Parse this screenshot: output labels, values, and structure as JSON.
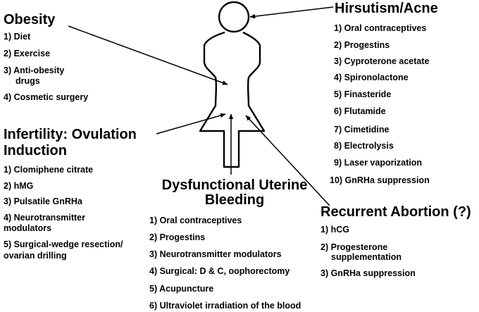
{
  "obesity": {
    "title": "Obesity",
    "items": [
      "1) Diet",
      "2) Exercise",
      "3) Anti-obesity",
      "drugs",
      "4) Cosmetic surgery"
    ]
  },
  "hirsutism": {
    "title": "Hirsutism/Acne",
    "items": [
      "1) Oral contraceptives",
      "2) Progestins",
      "3) Cyproterone acetate",
      "4) Spironolactone",
      "5) Finasteride",
      "6) Flutamide",
      "7) Cimetidine",
      "8) Electrolysis",
      "9) Laser vaporization",
      "10) GnRHa suppression"
    ]
  },
  "infertility": {
    "title_lines": [
      "Infertility: Ovulation",
      "Induction"
    ],
    "items": [
      "1) Clomiphene citrate",
      "2) hMG",
      "3) Pulsatile GnRHa",
      "4) Neurotransmitter",
      "modulators",
      "5) Surgical-wedge resection/",
      "ovarian drilling"
    ]
  },
  "dub": {
    "title_lines": [
      "Dysfunctional Uterine",
      "Bleeding"
    ],
    "items": [
      "1) Oral contraceptives",
      "2) Progestins",
      "3) Neurotransmitter modulators",
      "4) Surgical: D & C, oophorectomy",
      "5) Acupuncture",
      "6) Ultraviolet irradiation of the blood"
    ]
  },
  "abortion": {
    "title": "Recurrent Abortion (?)",
    "items": [
      "1) hCG",
      "2) Progesterone",
      "supplementation",
      "3) GnRHa suppression"
    ]
  }
}
